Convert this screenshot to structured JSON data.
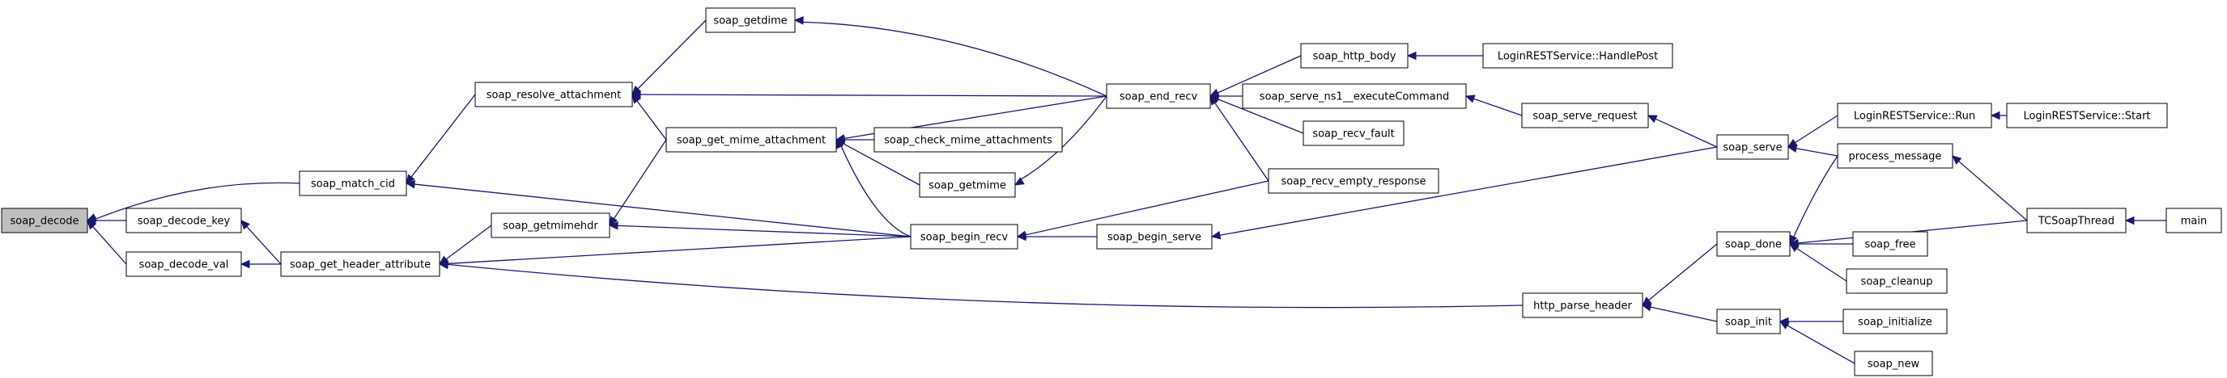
{
  "graph": {
    "nodes": [
      {
        "id": "soap_decode",
        "label": "soap_decode",
        "root": true
      },
      {
        "id": "soap_decode_key",
        "label": "soap_decode_key"
      },
      {
        "id": "soap_decode_val",
        "label": "soap_decode_val"
      },
      {
        "id": "soap_match_cid",
        "label": "soap_match_cid"
      },
      {
        "id": "soap_get_header_attribute",
        "label": "soap_get_header_attribute"
      },
      {
        "id": "soap_resolve_attachment",
        "label": "soap_resolve_attachment"
      },
      {
        "id": "soap_getdime",
        "label": "soap_getdime"
      },
      {
        "id": "soap_getmimehdr",
        "label": "soap_getmimehdr"
      },
      {
        "id": "soap_get_mime_attachment",
        "label": "soap_get_mime_attachment"
      },
      {
        "id": "soap_getmime",
        "label": "soap_getmime"
      },
      {
        "id": "soap_begin_recv",
        "label": "soap_begin_recv"
      },
      {
        "id": "soap_check_mime_attachments",
        "label": "soap_check_mime_attachments"
      },
      {
        "id": "soap_end_recv",
        "label": "soap_end_recv"
      },
      {
        "id": "soap_begin_serve",
        "label": "soap_begin_serve"
      },
      {
        "id": "soap_http_body",
        "label": "soap_http_body"
      },
      {
        "id": "soap_serve_ns1__executeCommand",
        "label": "soap_serve_ns1__executeCommand"
      },
      {
        "id": "soap_recv_fault",
        "label": "soap_recv_fault"
      },
      {
        "id": "soap_recv_empty_response",
        "label": "soap_recv_empty_response"
      },
      {
        "id": "LoginRESTService::HandlePost",
        "label": "LoginRESTService::HandlePost"
      },
      {
        "id": "soap_serve_request",
        "label": "soap_serve_request"
      },
      {
        "id": "soap_serve",
        "label": "soap_serve"
      },
      {
        "id": "http_parse_header",
        "label": "http_parse_header"
      },
      {
        "id": "soap_done",
        "label": "soap_done"
      },
      {
        "id": "soap_init",
        "label": "soap_init"
      },
      {
        "id": "LoginRESTService::Run",
        "label": "LoginRESTService::Run"
      },
      {
        "id": "process_message",
        "label": "process_message"
      },
      {
        "id": "soap_free",
        "label": "soap_free"
      },
      {
        "id": "soap_cleanup",
        "label": "soap_cleanup"
      },
      {
        "id": "soap_initialize",
        "label": "soap_initialize"
      },
      {
        "id": "soap_new",
        "label": "soap_new"
      },
      {
        "id": "LoginRESTService::Start",
        "label": "LoginRESTService::Start"
      },
      {
        "id": "TCSoapThread",
        "label": "TCSoapThread"
      },
      {
        "id": "main",
        "label": "main"
      }
    ],
    "edges": [
      {
        "from": "soap_decode_key",
        "to": "soap_decode"
      },
      {
        "from": "soap_decode_val",
        "to": "soap_decode"
      },
      {
        "from": "soap_match_cid",
        "to": "soap_decode"
      },
      {
        "from": "soap_get_header_attribute",
        "to": "soap_decode_key"
      },
      {
        "from": "soap_get_header_attribute",
        "to": "soap_decode_val"
      },
      {
        "from": "soap_resolve_attachment",
        "to": "soap_match_cid"
      },
      {
        "from": "soap_begin_recv",
        "to": "soap_match_cid"
      },
      {
        "from": "soap_getmimehdr",
        "to": "soap_get_header_attribute"
      },
      {
        "from": "soap_begin_recv",
        "to": "soap_get_header_attribute"
      },
      {
        "from": "http_parse_header",
        "to": "soap_get_header_attribute"
      },
      {
        "from": "soap_getdime",
        "to": "soap_resolve_attachment"
      },
      {
        "from": "soap_get_mime_attachment",
        "to": "soap_resolve_attachment"
      },
      {
        "from": "soap_end_recv",
        "to": "soap_resolve_attachment"
      },
      {
        "from": "soap_end_recv",
        "to": "soap_getdime"
      },
      {
        "from": "soap_get_mime_attachment",
        "to": "soap_getmimehdr"
      },
      {
        "from": "soap_begin_recv",
        "to": "soap_getmimehdr"
      },
      {
        "from": "soap_end_recv",
        "to": "soap_get_mime_attachment"
      },
      {
        "from": "soap_check_mime_attachments",
        "to": "soap_get_mime_attachment"
      },
      {
        "from": "soap_getmime",
        "to": "soap_get_mime_attachment"
      },
      {
        "from": "soap_begin_recv",
        "to": "soap_get_mime_attachment"
      },
      {
        "from": "soap_end_recv",
        "to": "soap_getmime"
      },
      {
        "from": "soap_begin_serve",
        "to": "soap_begin_recv"
      },
      {
        "from": "soap_recv_empty_response",
        "to": "soap_begin_recv"
      },
      {
        "from": "soap_http_body",
        "to": "soap_end_recv"
      },
      {
        "from": "soap_serve_ns1__executeCommand",
        "to": "soap_end_recv"
      },
      {
        "from": "soap_recv_fault",
        "to": "soap_end_recv"
      },
      {
        "from": "soap_recv_empty_response",
        "to": "soap_end_recv"
      },
      {
        "from": "soap_serve",
        "to": "soap_begin_serve"
      },
      {
        "from": "LoginRESTService::HandlePost",
        "to": "soap_http_body"
      },
      {
        "from": "soap_serve_request",
        "to": "soap_serve_ns1__executeCommand"
      },
      {
        "from": "soap_serve",
        "to": "soap_serve_request"
      },
      {
        "from": "soap_done",
        "to": "http_parse_header"
      },
      {
        "from": "soap_init",
        "to": "http_parse_header"
      },
      {
        "from": "LoginRESTService::Run",
        "to": "soap_serve"
      },
      {
        "from": "process_message",
        "to": "soap_serve"
      },
      {
        "from": "process_message",
        "to": "soap_done"
      },
      {
        "from": "TCSoapThread",
        "to": "soap_done"
      },
      {
        "from": "soap_free",
        "to": "soap_done"
      },
      {
        "from": "soap_cleanup",
        "to": "soap_done"
      },
      {
        "from": "soap_initialize",
        "to": "soap_init"
      },
      {
        "from": "soap_new",
        "to": "soap_init"
      },
      {
        "from": "LoginRESTService::Start",
        "to": "LoginRESTService::Run"
      },
      {
        "from": "TCSoapThread",
        "to": "process_message"
      },
      {
        "from": "main",
        "to": "TCSoapThread"
      }
    ]
  }
}
